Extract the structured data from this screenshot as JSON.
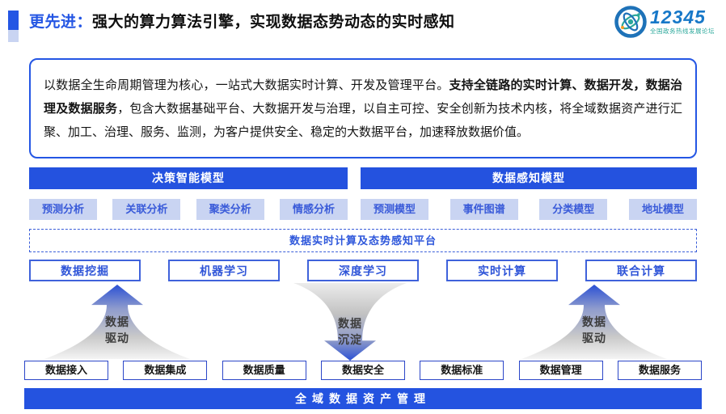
{
  "header": {
    "title_highlight": "更先进：",
    "title_rest": "强大的算力算法引擎，实现数据态势动态的实时感知",
    "logo": {
      "number": "12345",
      "subtitle": "全国政务热线发展论坛"
    }
  },
  "intro": {
    "text_before": "以数据全生命周期管理为核心，一站式大数据实时计算、开发及管理平台。",
    "text_bold": "支持全链路的实时计算、数据开发，数据治理及数据服务",
    "text_after": "，包含大数据基础平台、大数据开发与治理，以自主可控、安全创新为技术内核，将全域数据资产进行汇聚、加工、治理、服务、监测，为客户提供安全、稳定的大数据平台，加速释放数据价值。"
  },
  "model_groups": [
    {
      "title": "决策智能模型",
      "items": [
        "预测分析",
        "关联分析",
        "聚类分析",
        "情感分析"
      ]
    },
    {
      "title": "数据感知模型",
      "items": [
        "预测模型",
        "事件图谱",
        "分类模型",
        "地址模型"
      ]
    }
  ],
  "platform_bar": "数据实时计算及态势感知平台",
  "compute_boxes": [
    "数据挖掘",
    "机器学习",
    "深度学习",
    "实时计算",
    "联合计算"
  ],
  "arrows": [
    {
      "direction": "up",
      "label_line1": "数据",
      "label_line2": "驱动"
    },
    {
      "direction": "down",
      "label_line1": "数据",
      "label_line2": "沉淀"
    },
    {
      "direction": "up",
      "label_line1": "数据",
      "label_line2": "驱动"
    }
  ],
  "foundation_boxes": [
    "数据接入",
    "数据集成",
    "数据质量",
    "数据安全",
    "数据标准",
    "数据管理",
    "数据服务"
  ],
  "bottom_bar": "全域数据资产管理",
  "colors": {
    "primary_blue": "#2453E0",
    "title_blue": "#2456E4",
    "chip_bg": "#C9D4F2",
    "chip_text": "#3A5BD9",
    "box_border_blue": "#3F62DB",
    "arrow_blue": "#2B51D4",
    "arrow_gray": "#F2F2F2",
    "logo_blue": "#1778C8",
    "logo_teal": "#2BA89B"
  }
}
